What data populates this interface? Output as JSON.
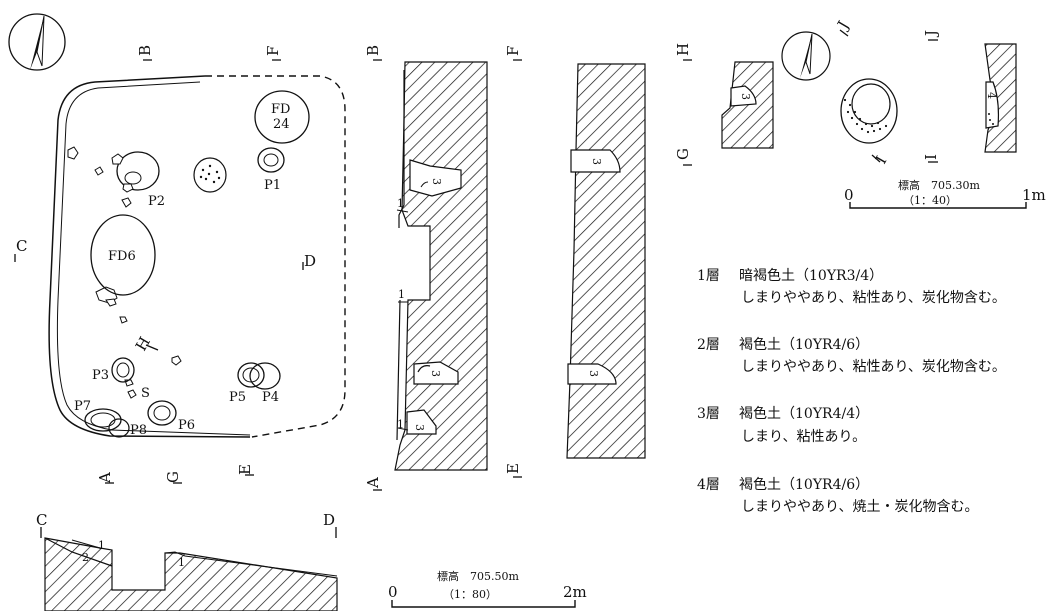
{
  "plan": {
    "labels": {
      "B": "B",
      "F": "F",
      "C": "C",
      "D": "D",
      "A": "A",
      "G": "G",
      "E": "E",
      "H": "H"
    },
    "features": {
      "FD24_line1": "FD",
      "FD24_line2": "24",
      "FD6": "FD6",
      "P1": "P1",
      "P2": "P2",
      "P3": "P3",
      "P4": "P4",
      "P5": "P5",
      "P6": "P6",
      "P7": "P7",
      "P8": "P8",
      "S": "S"
    }
  },
  "section_BA": {
    "top": "B",
    "bottom": "A",
    "layers": [
      "1",
      "3",
      "1",
      "3",
      "1",
      "3"
    ]
  },
  "section_FE": {
    "top": "F",
    "bottom": "E",
    "layers": [
      "3",
      "3"
    ]
  },
  "section_CD": {
    "left": "C",
    "right": "D",
    "layers": [
      "2",
      "1",
      "1"
    ]
  },
  "section_HG": {
    "top": "H",
    "bottom": "G",
    "layers": [
      "3"
    ]
  },
  "section_JI": {
    "top_left": "J",
    "top_right": "J",
    "bottom_left": "I",
    "bottom_right": "I",
    "layers": [
      "4"
    ]
  },
  "scale_main": {
    "title": "標高　705.50m",
    "ratio": "（1：80）",
    "zero": "0",
    "end": "2m"
  },
  "scale_small": {
    "title": "標高　705.30m",
    "ratio": "（1：40）",
    "zero": "0",
    "end": "1m"
  },
  "legend": [
    {
      "layer": "1層",
      "name": "暗褐色土（10YR3/4）",
      "desc": "しまりややあり、粘性あり、炭化物含む。"
    },
    {
      "layer": "2層",
      "name": "褐色土（10YR4/6）",
      "desc": "しまりややあり、粘性あり、炭化物含む。"
    },
    {
      "layer": "3層",
      "name": "褐色土（10YR4/4）",
      "desc": "しまり、粘性あり。"
    },
    {
      "layer": "4層",
      "name": "褐色土（10YR4/6）",
      "desc": "しまりややあり、焼土・炭化物含む。"
    }
  ]
}
